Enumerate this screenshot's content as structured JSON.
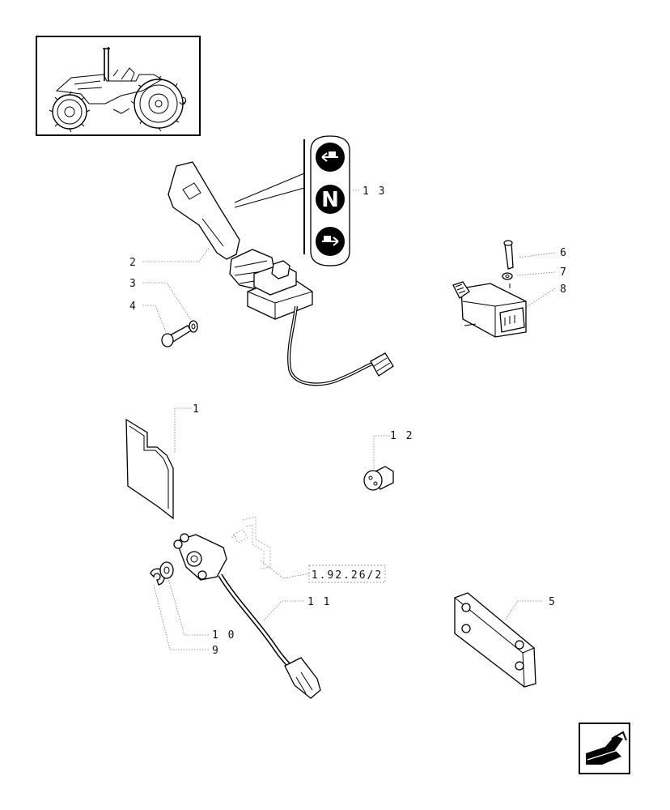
{
  "labels": {
    "p1": "1",
    "p2": "2",
    "p3": "3",
    "p4": "4",
    "p5": "5",
    "p6": "6",
    "p7": "7",
    "p8": "8",
    "p9": "9",
    "p10": "10",
    "p11": "11",
    "p12": "12",
    "p13": "13"
  },
  "reference": "1.92.26/2",
  "decal_letter": "N",
  "icons": {
    "thumbnail": "tractor-icon",
    "nav": "return-arrow-icon"
  }
}
